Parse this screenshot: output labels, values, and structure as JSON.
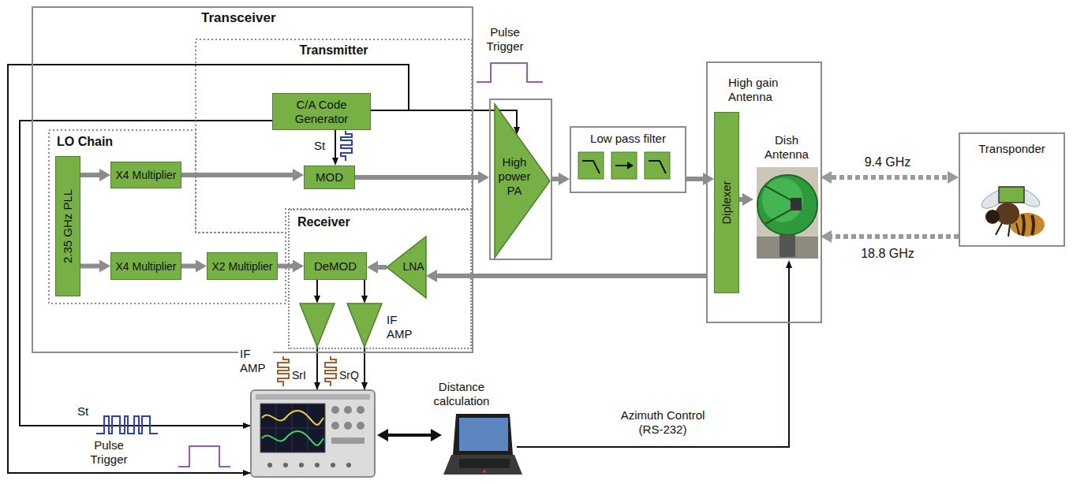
{
  "diagram": {
    "nodes": [
      {
        "text": [
          "Transceiver"
        ]
      },
      {
        "text": [
          "Transmitter"
        ],
        "in": 0
      },
      {
        "text": [
          "C/A Code Generator"
        ],
        "in": 1
      },
      {
        "text": [
          "LO Chain"
        ],
        "in": 0
      },
      {
        "text": [
          "2.35 GHz PLL"
        ],
        "in": 3
      },
      {
        "text": [
          "X4 Multiplier"
        ],
        "in": 3
      },
      {
        "text": [
          "MOD"
        ],
        "in": 1
      },
      {
        "text": [
          "Receiver"
        ],
        "in": 0
      },
      {
        "text": [
          "X4 Multiplier"
        ],
        "in": 3
      },
      {
        "text": [
          "X2 Multiplier"
        ],
        "in": 3
      },
      {
        "text": [
          "DeMOD"
        ],
        "in": 7
      },
      {
        "text": [
          "LNA"
        ],
        "in": 7
      },
      {
        "text": [
          "IF AMP"
        ],
        "in": 7
      },
      {
        "text": [
          "IF AMP"
        ],
        "in": 7
      },
      {
        "text": [
          "High power PA"
        ]
      },
      {
        "text": [
          "Low pass filter"
        ]
      },
      {
        "text": [
          "High gain Antenna"
        ]
      },
      {
        "text": [
          "Diplexer"
        ],
        "in": 16
      },
      {
        "text": [
          "Dish Antenna"
        ],
        "in": 16
      },
      {
        "text": [
          "Transponder"
        ]
      },
      {
        "text": [
          "Distance calculation"
        ]
      }
    ],
    "edges": [
      {
        "from": 4,
        "to": 5,
        "arrow": "to"
      },
      {
        "from": 4,
        "to": 8,
        "arrow": "to"
      },
      {
        "from": 5,
        "to": 6,
        "arrow": "to"
      },
      {
        "from": 8,
        "to": 9,
        "arrow": "to"
      },
      {
        "from": 9,
        "to": 10,
        "arrow": "to"
      },
      {
        "from": 2,
        "to": 6,
        "arrow": "to"
      },
      {
        "from": 6,
        "to": 14,
        "arrow": "to"
      },
      {
        "from": 2,
        "to": 14,
        "arrow": "to"
      },
      {
        "from": 14,
        "to": 15,
        "arrow": "to"
      },
      {
        "from": 15,
        "to": 17,
        "arrow": "to"
      },
      {
        "from": 17,
        "to": 18,
        "arrow": "to"
      },
      {
        "from": 18,
        "to": 19,
        "label": "9.4 GHz",
        "arrow": "both"
      },
      {
        "from": 19,
        "to": 18,
        "label": "18.8 GHz",
        "arrow": "to"
      },
      {
        "from": 16,
        "to": 11,
        "arrow": "to"
      },
      {
        "from": 11,
        "to": 10,
        "arrow": "to"
      },
      {
        "from": 10,
        "to": 12,
        "arrow": "to"
      },
      {
        "from": 10,
        "to": 13,
        "arrow": "to"
      },
      {
        "from": 20,
        "to": 18,
        "label": "Azimuth Control (RS-232)",
        "arrow": "to"
      }
    ],
    "labels": [
      "Pulse Trigger",
      "St",
      "SrI",
      "SrQ",
      "St",
      "Pulse Trigger"
    ]
  }
}
